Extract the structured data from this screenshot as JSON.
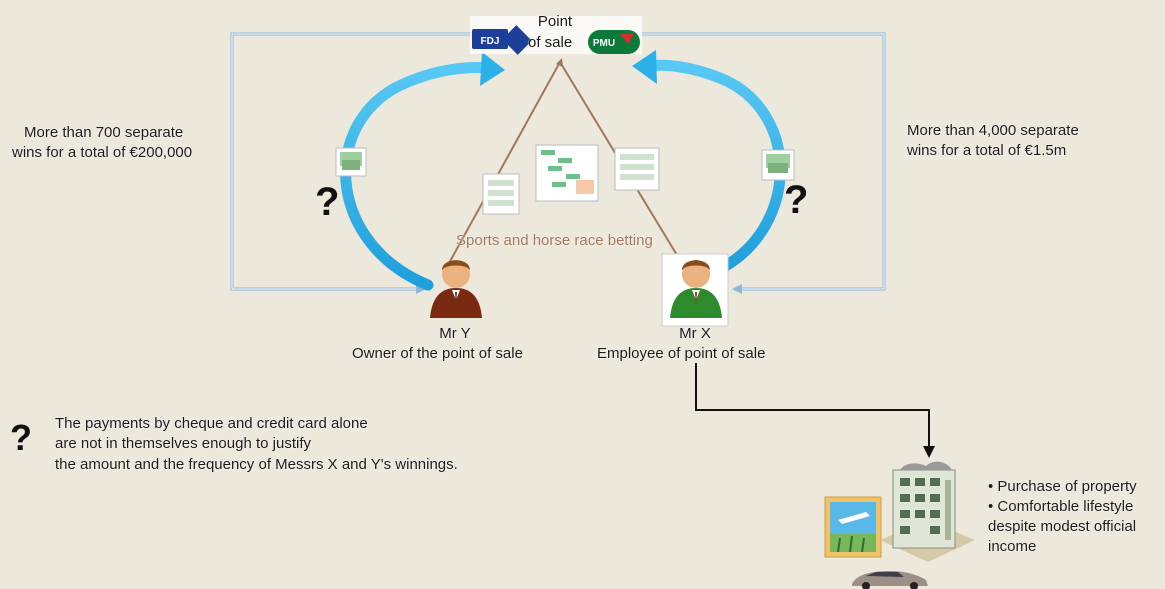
{
  "point_of_sale": {
    "line1": "Point",
    "line2": "of sale"
  },
  "logos": {
    "fdj": "FDJ",
    "pmu": "PMU"
  },
  "left_stat": {
    "line1": "More than 700 separate",
    "line2": "wins for a total of €200,000"
  },
  "right_stat": {
    "line1": "More than 4,000 separate",
    "line2": "wins for a total of €1.5m"
  },
  "betting_label": "Sports and horse race betting",
  "mr_y": {
    "name": "Mr Y",
    "role": "Owner of the point of sale"
  },
  "mr_x": {
    "name": "Mr X",
    "role": "Employee of point of sale"
  },
  "question_mark": "?",
  "note": {
    "line1": "The payments by cheque and credit card alone",
    "line2": "are not in themselves enough to justify",
    "line3": "the amount and the frequency of Messrs X and Y's winnings."
  },
  "assets": {
    "line1": "• Purchase of property",
    "line2": "• Comfortable lifestyle",
    "line3": "despite modest official",
    "line4": "income"
  },
  "colors": {
    "background": "#ede8dc",
    "cycle_arrow": "#29b0e8",
    "outer_loop": "#8fb6d8",
    "betting_line": "#a1785a",
    "mr_y_suit": "#7b2a12",
    "mr_x_suit": "#2d8a2d"
  }
}
